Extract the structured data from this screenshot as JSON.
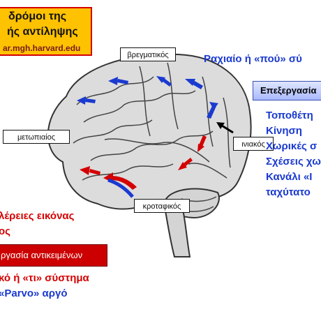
{
  "title": {
    "line1": "δρόμοι της",
    "line2": "ής αντίληψης",
    "source": "ar.mgh.harvard.edu"
  },
  "brain_labels": {
    "parietal": "βρεγματικός",
    "frontal": "μετωπιαίος",
    "occipital": "ινιακός",
    "temporal": "κροταφικός"
  },
  "dorsal": {
    "title": "Ραχιαίο ή «πού» σύ",
    "box": "Επεξεργασία",
    "items": [
      "Τοποθέτη",
      "Κίνηση",
      "Χωρικές σ",
      "Σχέσεις χω",
      "Κανάλι «Ι",
      "ταχύτατο"
    ]
  },
  "ventral": {
    "items_top": [
      "λέρειες εικόνας",
      "ος"
    ],
    "box": "ργασία αντικειμένων",
    "line_red": "κό ή «τι» σύστημα",
    "line_blue": "«Parvo» αργό"
  },
  "colors": {
    "dorsal_blue": "#1a3ad0",
    "ventral_red": "#d40000",
    "title_box": "#ffc200"
  }
}
